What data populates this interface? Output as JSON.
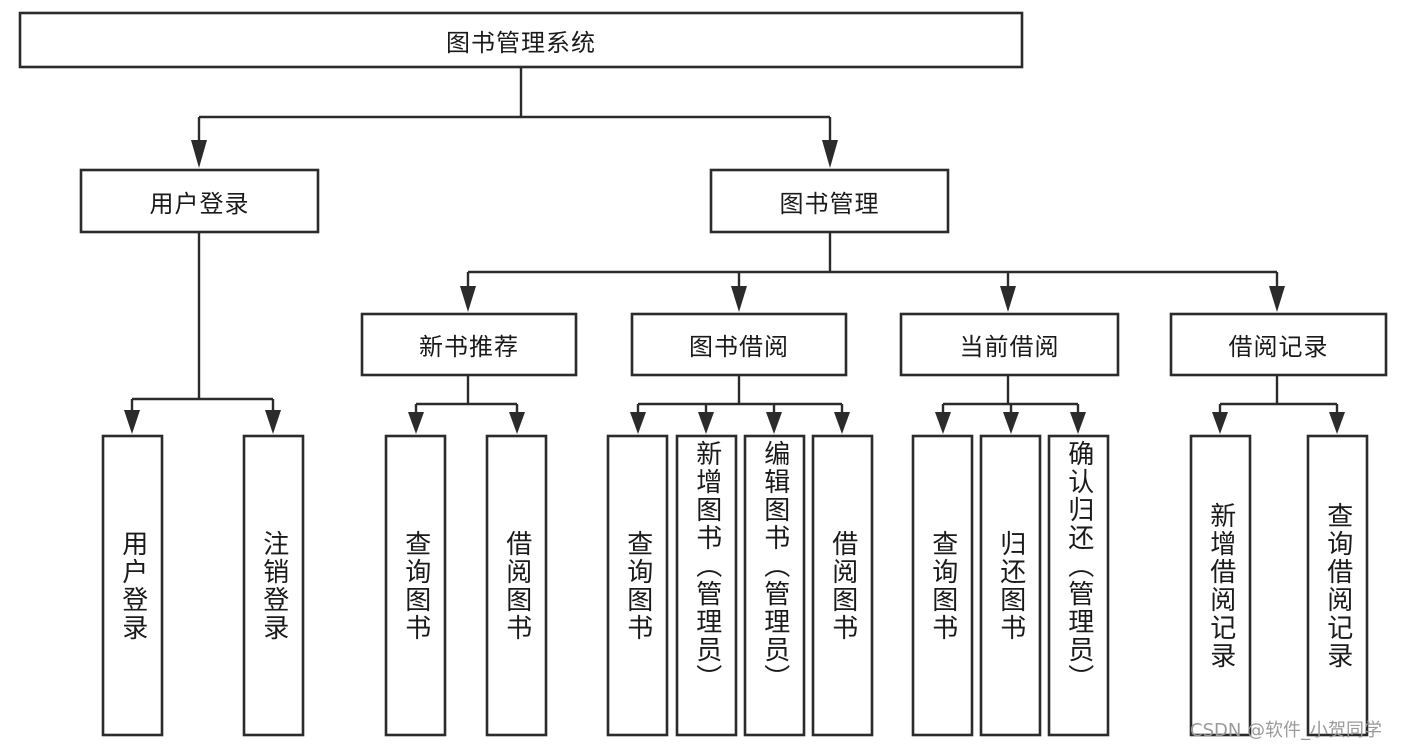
{
  "diagram": {
    "type": "tree-hierarchy-chart",
    "title": "图书管理系统",
    "orientation": "top-down",
    "colors": {
      "box_stroke": "#2b2b2b",
      "box_fill": "#ffffff",
      "connector": "#2b2b2b",
      "text": "#1a1a1a",
      "watermark": "#9a9a9a",
      "background": "#ffffff"
    },
    "levels": {
      "root": {
        "label": "图书管理系统"
      },
      "level2": [
        {
          "id": "user-login",
          "label": "用户登录"
        },
        {
          "id": "book-management",
          "label": "图书管理"
        }
      ],
      "level3": [
        {
          "id": "new-book-recommend",
          "label": "新书推荐",
          "parent": "book-management"
        },
        {
          "id": "book-borrow",
          "label": "图书借阅",
          "parent": "book-management"
        },
        {
          "id": "current-borrow",
          "label": "当前借阅",
          "parent": "book-management"
        },
        {
          "id": "borrow-record",
          "label": "借阅记录",
          "parent": "book-management"
        }
      ],
      "leaves": {
        "user-login": [
          {
            "id": "leaf-user-login",
            "label": "用户登录"
          },
          {
            "id": "leaf-logout-login",
            "label": "注销登录"
          }
        ],
        "new-book-recommend": [
          {
            "id": "leaf-query-book-1",
            "label": "查询图书"
          },
          {
            "id": "leaf-borrow-book-1",
            "label": "借阅图书"
          }
        ],
        "book-borrow": [
          {
            "id": "leaf-query-book-2",
            "label": "查询图书"
          },
          {
            "id": "leaf-add-book",
            "label": "新增图书（管理员）"
          },
          {
            "id": "leaf-edit-book",
            "label": "编辑图书（管理员）"
          },
          {
            "id": "leaf-borrow-book-2",
            "label": "借阅图书"
          }
        ],
        "current-borrow": [
          {
            "id": "leaf-query-book-3",
            "label": "查询图书"
          },
          {
            "id": "leaf-return-book",
            "label": "归还图书"
          },
          {
            "id": "leaf-confirm-return",
            "label": "确认归还（管理员）"
          }
        ],
        "borrow-record": [
          {
            "id": "leaf-add-record",
            "label": "新增借阅记录"
          },
          {
            "id": "leaf-query-record",
            "label": "查询借阅记录"
          }
        ]
      }
    },
    "watermark": "CSDN @软件_小贺同学"
  }
}
